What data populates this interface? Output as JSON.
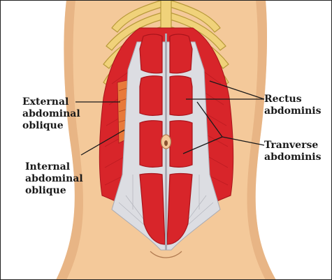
{
  "labels": {
    "external": [
      "External",
      "abdominal",
      "oblique"
    ],
    "internal": [
      "Internal",
      "abdominal",
      "oblique"
    ],
    "rectus": [
      "Rectus",
      "abdominis"
    ],
    "transverse": [
      "Tranverse",
      "abdominis"
    ]
  },
  "colors": {
    "skin": "#f4c99a",
    "skin_shadow": "#e0a878",
    "rib": "#f0d27a",
    "rib_outline": "#b89a3a",
    "muscle": "#d8252a",
    "muscle_dark": "#a8141b",
    "fascia": "#dcdde2",
    "fascia_line": "#a8aab3",
    "oblique_internal": "#e87a3a",
    "leader": "#1a1a1a"
  }
}
